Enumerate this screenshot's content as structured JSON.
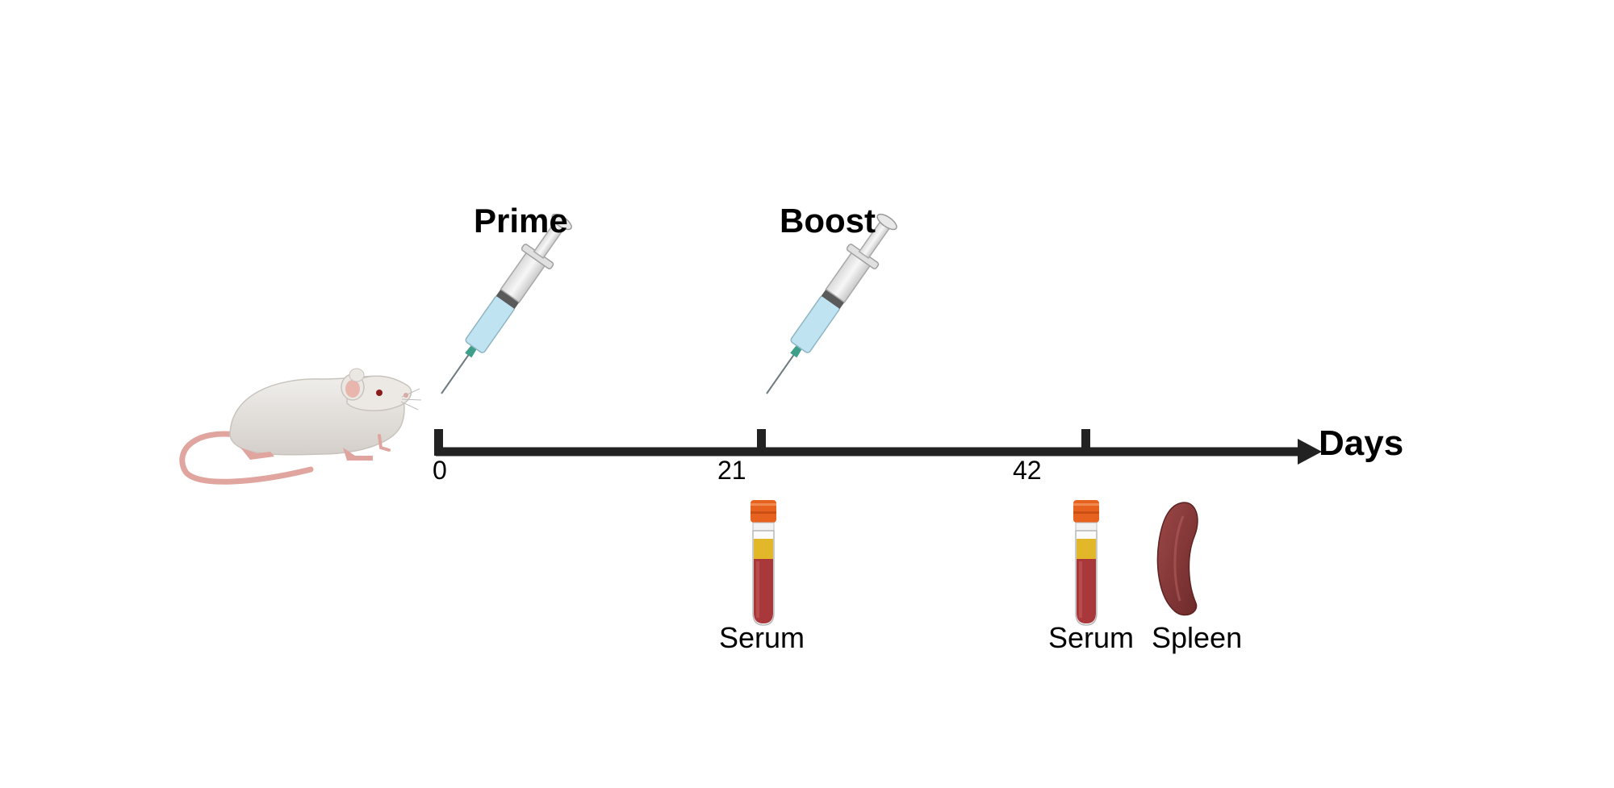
{
  "axis": {
    "label": "Days",
    "ticks": [
      {
        "value": 0,
        "label": "0"
      },
      {
        "value": 21,
        "label": "21"
      },
      {
        "value": 42,
        "label": "42"
      }
    ]
  },
  "events": [
    {
      "name": "Prime",
      "day": 0,
      "icon": "syringe-icon"
    },
    {
      "name": "Boost",
      "day": 21,
      "icon": "syringe-icon"
    }
  ],
  "samples": [
    {
      "name": "Serum",
      "day": 21,
      "icon": "blood-tube-icon"
    },
    {
      "name": "Serum",
      "day": 42,
      "icon": "blood-tube-icon"
    },
    {
      "name": "Spleen",
      "day": 42,
      "icon": "spleen-icon"
    }
  ],
  "subject": {
    "icon": "mouse-icon"
  },
  "colors": {
    "axis": "#222222",
    "serum_cap": "#e8621f",
    "blood": "#a8383a",
    "serum_fluid": "#e2b82a",
    "spleen": "#8b3b3b",
    "mouse_body": "#e4e0dc",
    "mouse_pink": "#e0a59e",
    "syringe_liquid": "#bfe3f0",
    "needle": "#3d9e8a"
  }
}
